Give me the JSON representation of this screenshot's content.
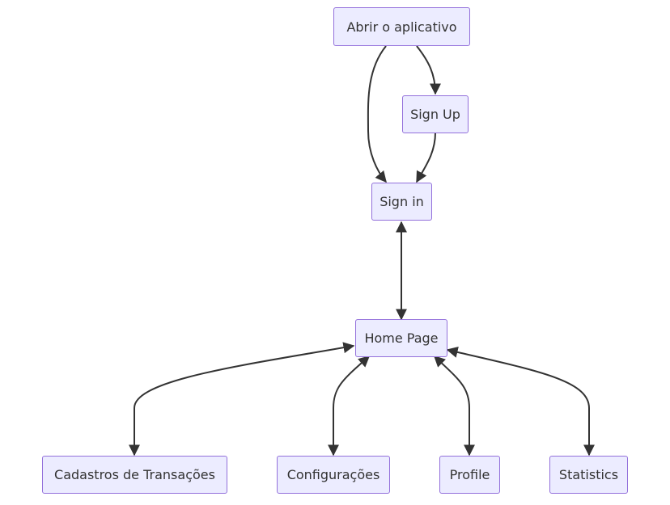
{
  "diagram": {
    "nodes": {
      "abrir": {
        "label": "Abrir o aplicativo"
      },
      "signup": {
        "label": "Sign Up"
      },
      "signin": {
        "label": "Sign in"
      },
      "home": {
        "label": "Home Page"
      },
      "cadastros": {
        "label": "Cadastros de Transações"
      },
      "config": {
        "label": "Configurações"
      },
      "profile": {
        "label": "Profile"
      },
      "statistics": {
        "label": "Statistics"
      }
    },
    "edges": [
      {
        "from": "abrir",
        "to": "signup",
        "arrows": "end"
      },
      {
        "from": "abrir",
        "to": "signin",
        "arrows": "end"
      },
      {
        "from": "signup",
        "to": "signin",
        "arrows": "end"
      },
      {
        "from": "home",
        "to": "signin",
        "arrows": "both"
      },
      {
        "from": "home",
        "to": "cadastros",
        "arrows": "both"
      },
      {
        "from": "home",
        "to": "config",
        "arrows": "both"
      },
      {
        "from": "home",
        "to": "profile",
        "arrows": "both"
      },
      {
        "from": "home",
        "to": "statistics",
        "arrows": "both"
      }
    ],
    "colors": {
      "node_fill": "#ECECFF",
      "node_border": "#9370DB",
      "edge": "#333333",
      "text": "#333333"
    }
  }
}
